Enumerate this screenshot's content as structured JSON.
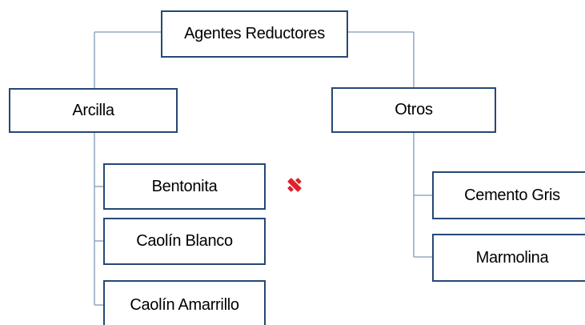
{
  "diagram": {
    "root": "Agentes Reductores",
    "branches": [
      {
        "label": "Arcilla",
        "children": [
          "Bentonita",
          "Caolín Blanco",
          "Caolín Amarrillo"
        ]
      },
      {
        "label": "Otros",
        "children": [
          "Cemento Gris",
          "Marmolina"
        ]
      }
    ]
  },
  "markers": {
    "delete_icon": "red-x-icon",
    "delete_color": "#e0202a"
  },
  "colors": {
    "box_border": "#254874",
    "connector": "#7f98b5"
  }
}
